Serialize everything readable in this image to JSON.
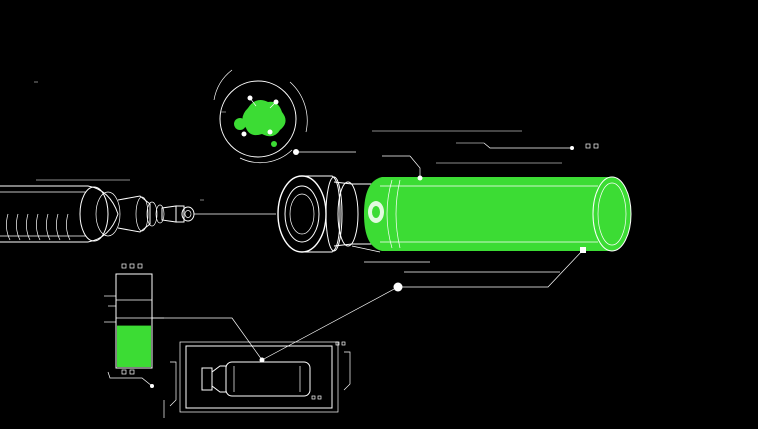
{
  "theme": {
    "background": "#000000",
    "line": "#ffffff",
    "accent": "#3cdc34"
  },
  "illustration": {
    "subject": "syringe-cartridge-blueprint",
    "components": [
      "syringe-barrel",
      "needle-hub",
      "cartridge-connector",
      "green-fluid-cartridge",
      "microscope-magnifier",
      "vertical-fill-gauge",
      "vial-inset-panel"
    ]
  },
  "gauge": {
    "fill_level": 0.45
  },
  "magnifier": {
    "content": "green-cell-blob-icon"
  }
}
